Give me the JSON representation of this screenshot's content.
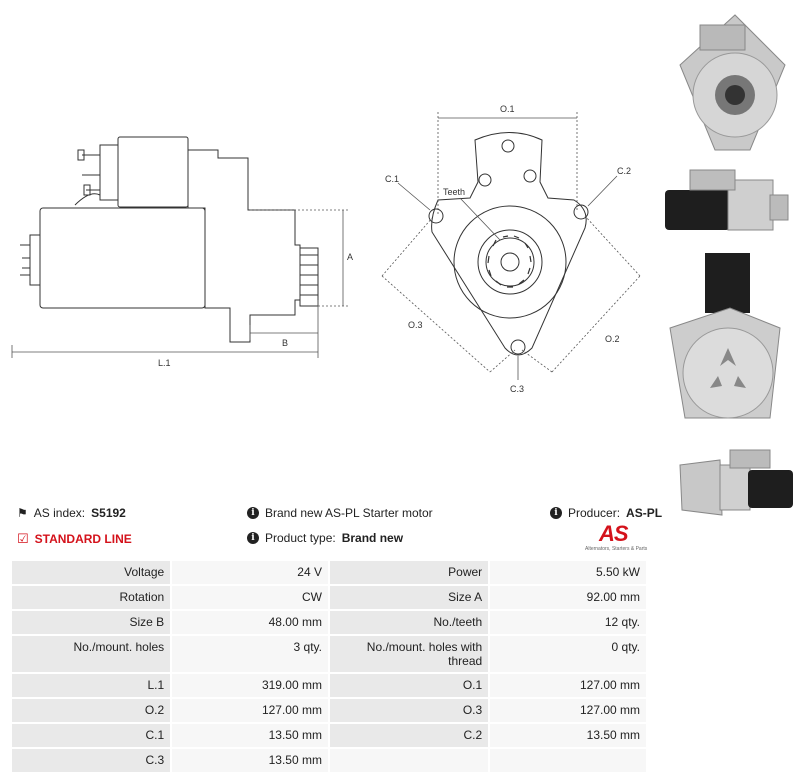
{
  "drawing": {
    "labels": {
      "L1": "L.1",
      "A": "A",
      "B": "B",
      "O1": "O.1",
      "O2": "O.2",
      "O3": "O.3",
      "C1": "C.1",
      "C2": "C.2",
      "C3": "C.3",
      "teeth": "Teeth"
    }
  },
  "info": {
    "as_index_label": "AS index:",
    "as_index_value": "S5192",
    "standard_line": "STANDARD LINE",
    "description": "Brand new AS-PL Starter motor",
    "product_type_label": "Product type:",
    "product_type_value": "Brand new",
    "producer_label": "Producer:",
    "producer_value": "AS-PL"
  },
  "logo": {
    "text": "AS",
    "tagline": "Alternators, Starters & Parts"
  },
  "colors": {
    "brand_red": "#d4121b",
    "label_cell": "#e9e9e9",
    "value_cell": "#f7f7f7"
  },
  "specs": [
    {
      "l1": "Voltage",
      "v1": "24 V",
      "l2": "Power",
      "v2": "5.50 kW"
    },
    {
      "l1": "Rotation",
      "v1": "CW",
      "l2": "Size A",
      "v2": "92.00 mm"
    },
    {
      "l1": "Size B",
      "v1": "48.00 mm",
      "l2": "No./teeth",
      "v2": "12 qty."
    },
    {
      "l1": "No./mount. holes",
      "v1": "3 qty.",
      "l2": "No./mount. holes with thread",
      "v2": "0 qty."
    },
    {
      "l1": "L.1",
      "v1": "319.00 mm",
      "l2": "O.1",
      "v2": "127.00 mm"
    },
    {
      "l1": "O.2",
      "v1": "127.00 mm",
      "l2": "O.3",
      "v2": "127.00 mm"
    },
    {
      "l1": "C.1",
      "v1": "13.50 mm",
      "l2": "C.2",
      "v2": "13.50 mm"
    },
    {
      "l1": "C.3",
      "v1": "13.50 mm",
      "l2": "",
      "v2": ""
    }
  ]
}
